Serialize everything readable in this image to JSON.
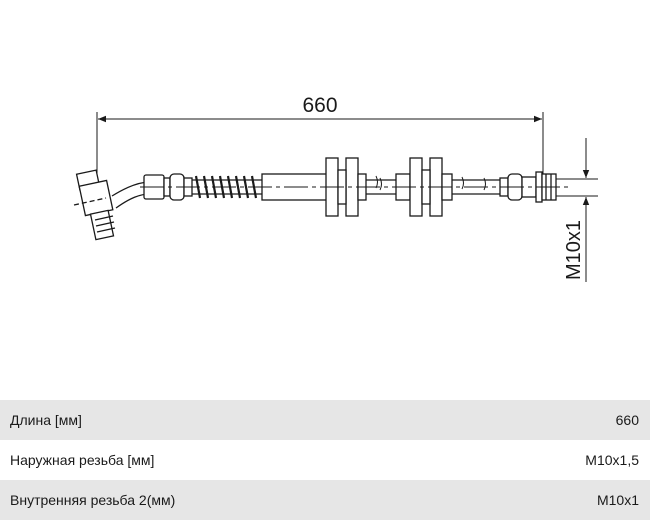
{
  "drawing": {
    "length_dimension": "660",
    "thread_dimension": "M10x1"
  },
  "specs": [
    {
      "label": "Длина [мм]",
      "value": "660"
    },
    {
      "label": "Наружная резьба [мм]",
      "value": "M10x1,5"
    },
    {
      "label": "Внутренняя резьба 2(мм)",
      "value": "M10x1"
    }
  ]
}
